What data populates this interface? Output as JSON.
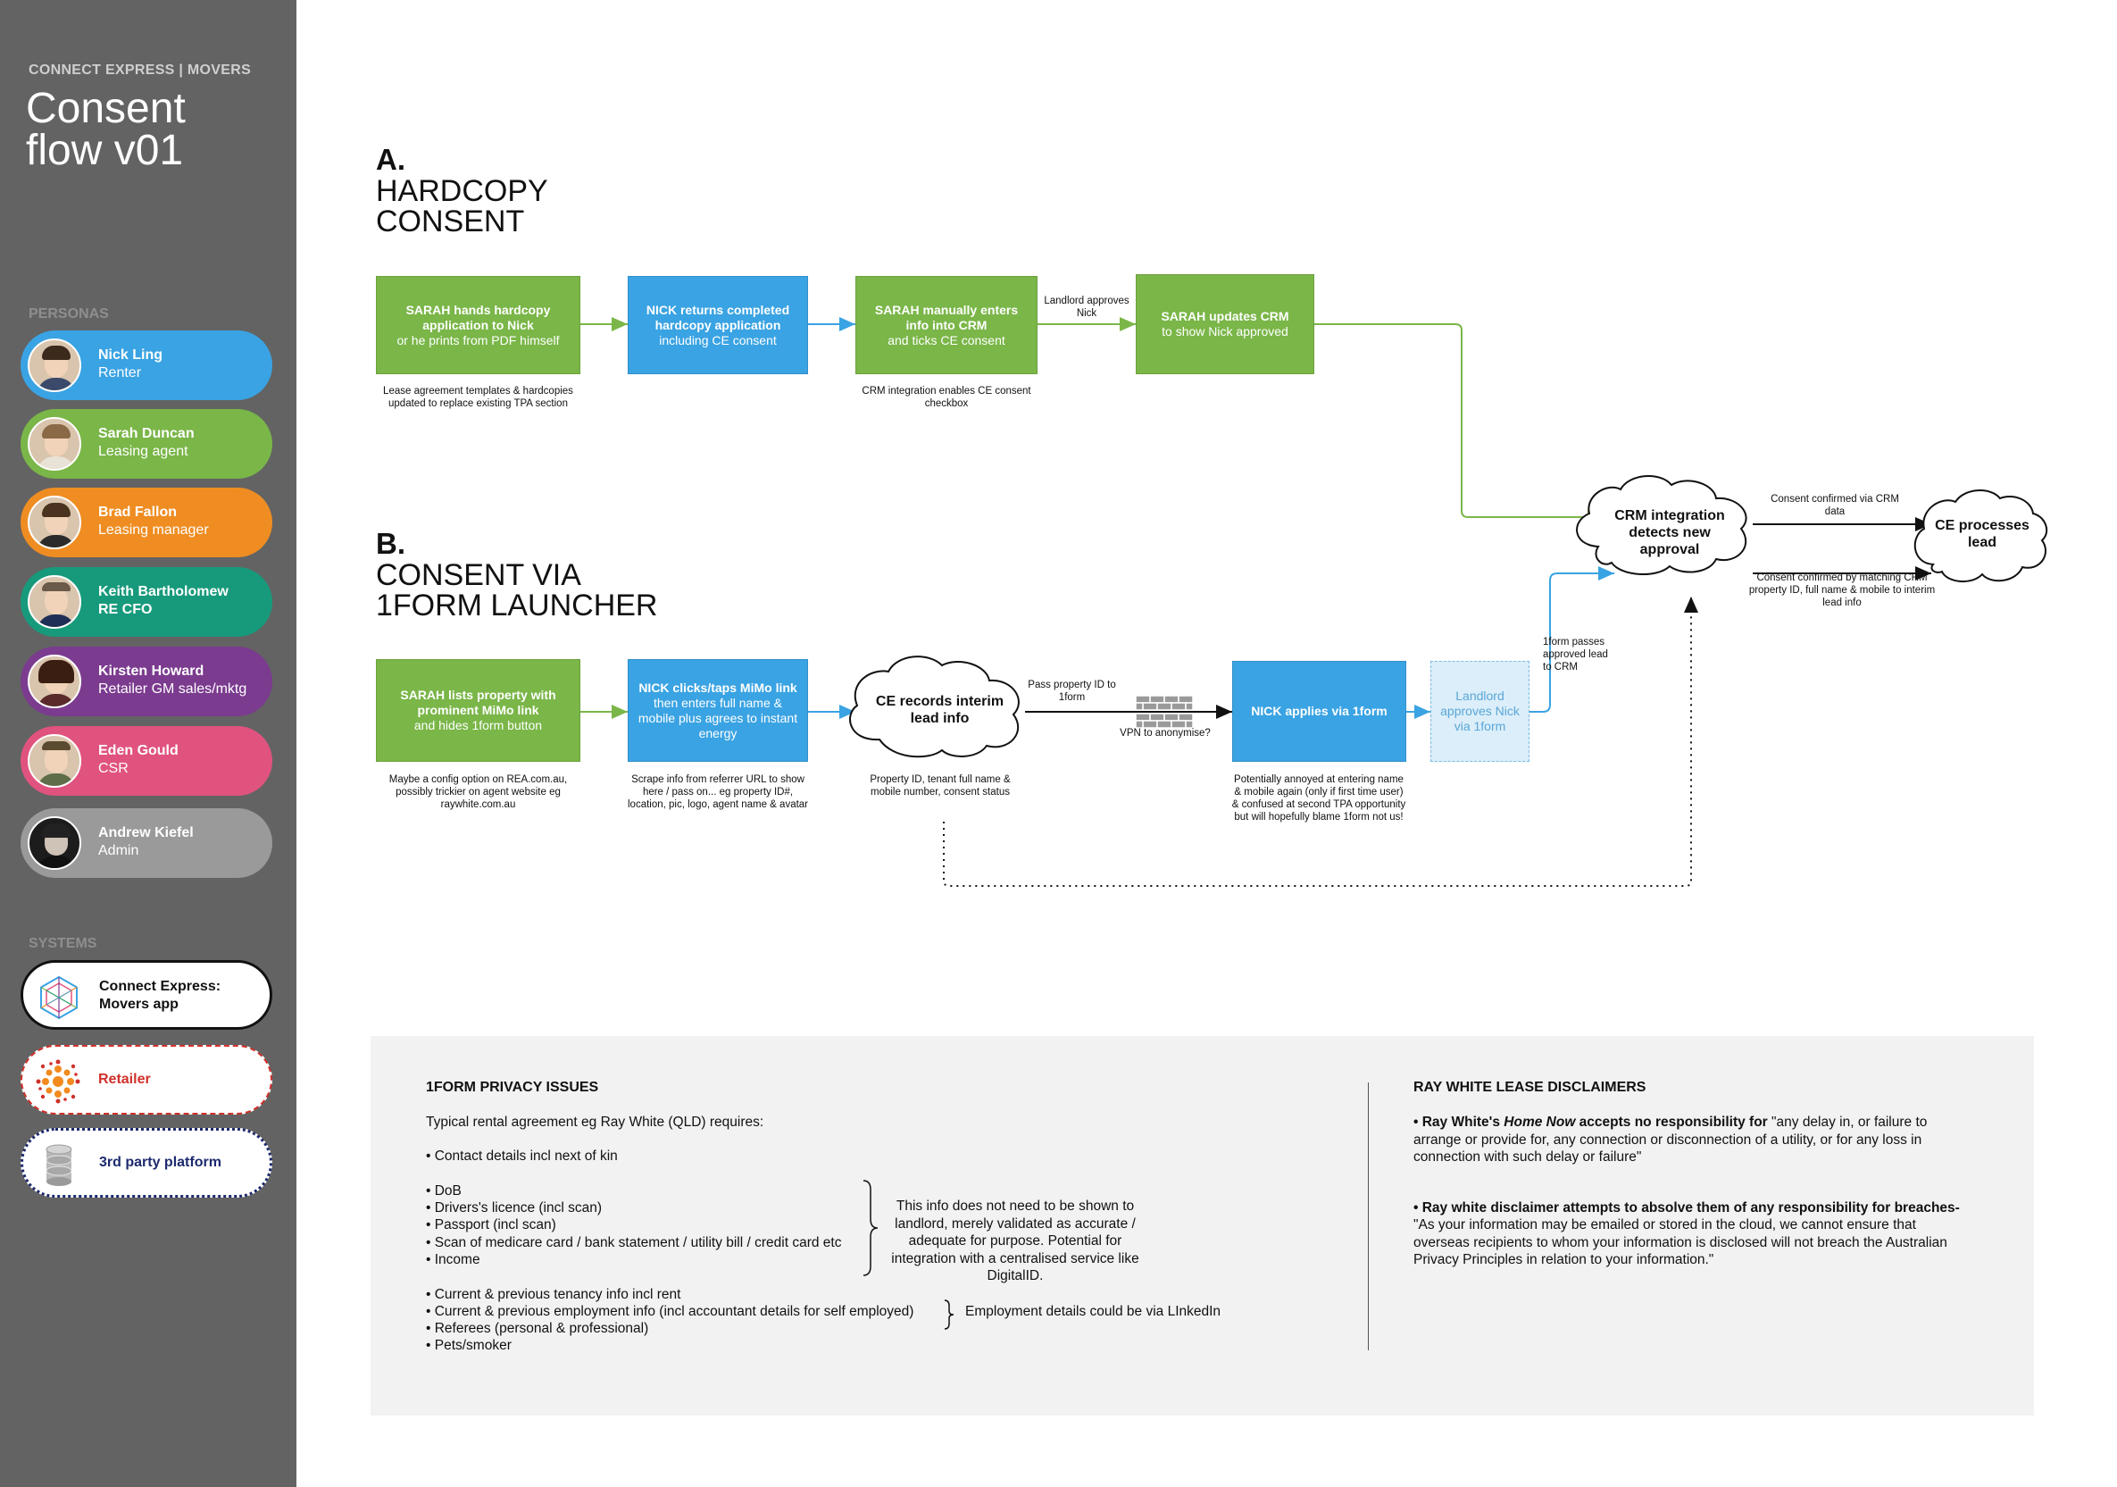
{
  "sidebar": {
    "brand": "CONNECT EXPRESS  |  MOVERS",
    "title": "Consent flow v01",
    "personas_heading": "PERSONAS",
    "systems_heading": "SYSTEMS",
    "personas": [
      {
        "name": "Nick Ling",
        "role": "Renter",
        "color": "#3aa3e3"
      },
      {
        "name": "Sarah Duncan",
        "role": "Leasing agent",
        "color": "#7ab648"
      },
      {
        "name": "Brad Fallon",
        "role": "Leasing manager",
        "color": "#ef8d22"
      },
      {
        "name": "Keith Bartholomew",
        "role": "RE CFO",
        "color": "#179a7b"
      },
      {
        "name": "Kirsten Howard",
        "role": "Retailer GM sales/mktg",
        "color": "#7b3b8f"
      },
      {
        "name": "Eden Gould",
        "role": " CSR",
        "color": "#e0537e"
      },
      {
        "name": "Andrew Kiefel",
        "role": "Admin",
        "color": "#9a9a9a"
      }
    ],
    "systems": [
      {
        "label_line1": "Connect Express:",
        "label_line2": "Movers app",
        "icon": "hexagon-network-icon",
        "color": "#111111"
      },
      {
        "label": "Retailer",
        "icon": "dots-burst-icon",
        "color": "#d0302a"
      },
      {
        "label": "3rd party platform",
        "icon": "database-icon",
        "color": "#1d2a6e"
      }
    ]
  },
  "section_a": {
    "letter": "A.",
    "title_line1": "HARDCOPY",
    "title_line2": "CONSENT",
    "steps": [
      {
        "bold": "SARAH hands hardcopy application to Nick",
        "normal": "or he prints from PDF himself"
      },
      {
        "bold": "NICK returns completed hardcopy application",
        "normal": "including CE consent"
      },
      {
        "bold": "SARAH manually enters info into CRM",
        "normal": "and ticks CE consent"
      },
      {
        "bold": "SARAH updates CRM",
        "normal": "to show Nick approved"
      }
    ],
    "notes": [
      "Lease agreement templates & hardcopies updated to replace existing TPA section",
      "CRM integration enables CE consent checkbox"
    ],
    "arrow_label": "Landlord approves Nick"
  },
  "section_b": {
    "letter": "B.",
    "title_line1": "CONSENT VIA",
    "title_line2": "1FORM LAUNCHER",
    "steps": [
      {
        "bold": "SARAH lists property with prominent MiMo link",
        "normal": "and hides 1form button"
      },
      {
        "bold": "NICK clicks/taps MiMo link",
        "normal": "then enters full name & mobile plus agrees to instant energy"
      },
      {
        "bold": "NICK applies via 1form",
        "normal": ""
      },
      {
        "bold": "",
        "normal": "Landlord approves Nick via 1form"
      }
    ],
    "cloud_ce_records": "CE records interim lead info",
    "notes": [
      "Maybe a config option on REA.com.au, possibly trickier on agent website eg raywhite.com.au",
      "Scrape info from referrer URL to show here / pass on... eg property ID#, location, pic, logo, agent name & avatar",
      "Property ID, tenant full name & mobile number, consent status",
      "Potentially annoyed at entering name & mobile again (only if first time user) & confused at second TPA opportunity but will hopefully blame 1form not us!"
    ],
    "arrow_pass": "Pass property ID to 1form",
    "vpn_label": "VPN to anonymise?",
    "arrow_1form_passes": "1form passes approved lead to CRM"
  },
  "crm": {
    "cloud_crm": "CRM integration detects new approval",
    "cloud_ce": "CE processes lead",
    "label_top": "Consent confirmed via CRM data",
    "label_bottom": "Consent confirmed by matching CRM property ID, full name & mobile to interim lead info"
  },
  "privacy": {
    "heading": "1FORM PRIVACY ISSUES",
    "intro": "Typical rental agreement eg Ray White (QLD) requires:",
    "contact": "• Contact details incl next of kin",
    "group1": [
      "• DoB",
      "• Drivers's licence (incl scan)",
      "• Passport (incl scan)",
      "• Scan of medicare card / bank statement / utility bill / credit card etc",
      "• Income"
    ],
    "group1_note": "This info does not need to be shown to landlord, merely validated as accurate / adequate for purpose. Potential for integration with a centralised service like DigitalID.",
    "group2": [
      "• Current & previous tenancy info incl rent",
      "• Current & previous employment info (incl accountant details for self employed)",
      "• Referees (personal & professional)",
      "• Pets/smoker"
    ],
    "group2_note": "Employment details could be via LInkedIn"
  },
  "disclaimers": {
    "heading": "RAY WHITE LEASE DISCLAIMERS",
    "item1_prefix": "• Ray White's ",
    "item1_italic": "Home Now",
    "item1_bold_rest": " accepts no responsibility for ",
    "item1_quote": "\"any delay in, or failure to arrange or provide for, any connection or disconnection of a utility, or for any loss in connection with such delay or failure\"",
    "item2_bold": "• Ray white disclaimer attempts to absolve them of any responsibility for breaches-",
    "item2_quote": "\"As your information may be emailed or stored in the cloud, we cannot ensure that overseas recipients to whom your information is disclosed will not breach the Australian Privacy Principles in relation to your information.\""
  }
}
